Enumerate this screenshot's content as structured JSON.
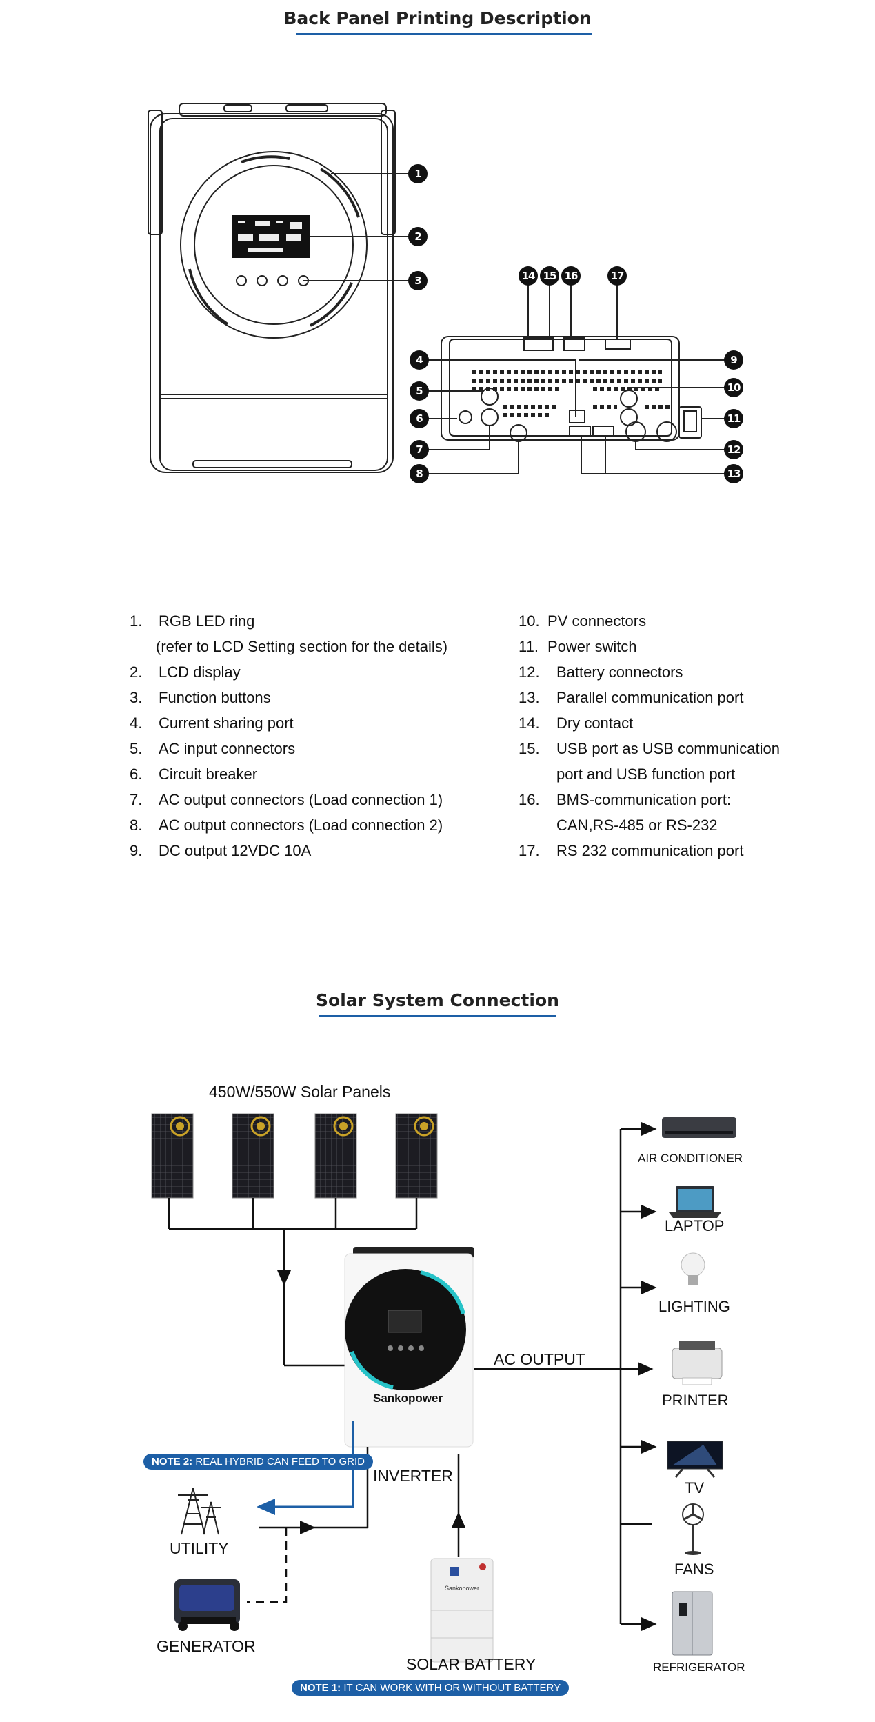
{
  "back_panel": {
    "title": "Back Panel Printing Description",
    "callouts": [
      "1",
      "2",
      "3",
      "4",
      "5",
      "6",
      "7",
      "8",
      "9",
      "10",
      "11",
      "12",
      "13",
      "14",
      "15",
      "16",
      "17"
    ],
    "left_items": [
      {
        "num": "1.",
        "text": "RGB LED ring"
      },
      {
        "num": "",
        "text": "(refer to LCD Setting section for the details)"
      },
      {
        "num": "2.",
        "text": "LCD display"
      },
      {
        "num": "3.",
        "text": "Function buttons"
      },
      {
        "num": "4.",
        "text": "Current sharing port"
      },
      {
        "num": "5.",
        "text": "AC input connectors"
      },
      {
        "num": "6.",
        "text": "Circuit breaker"
      },
      {
        "num": "7.",
        "text": "AC output connectors (Load connection 1)"
      },
      {
        "num": "8.",
        "text": "AC output connectors (Load connection 2)"
      },
      {
        "num": "9.",
        "text": "DC output 12VDC 10A"
      }
    ],
    "right_items": [
      {
        "num": "10.",
        "text": "PV connectors"
      },
      {
        "num": "11.",
        "text": "Power switch"
      },
      {
        "num": "12.",
        "text": "Battery connectors"
      },
      {
        "num": "13.",
        "text": "Parallel communication port"
      },
      {
        "num": "14.",
        "text": "Dry contact"
      },
      {
        "num": "15.",
        "text": "USB port as USB communication"
      },
      {
        "num": "",
        "text": "port and USB function port"
      },
      {
        "num": "16.",
        "text": "BMS-communication port:"
      },
      {
        "num": "",
        "text": "CAN,RS-485 or RS-232"
      },
      {
        "num": "17.",
        "text": "RS 232 communication port"
      }
    ]
  },
  "solar_system": {
    "title": "Solar System Connection",
    "panels_label": "450W/550W Solar Panels",
    "ac_output_label": "AC OUTPUT",
    "inverter_label": "INVERTER",
    "brand": "Sankopower",
    "utility_label": "UTILITY",
    "generator_label": "GENERATOR",
    "battery_label": "SOLAR BATTERY",
    "battery_brand": "Sankopower",
    "note2_strong": "NOTE 2:",
    "note2_text": "REAL HYBRID CAN FEED TO GRID",
    "note1_strong": "NOTE 1:",
    "note1_text": "IT CAN WORK WITH OR WITHOUT BATTERY",
    "loads": [
      "AIR CONDITIONER",
      "LAPTOP",
      "LIGHTING",
      "PRINTER",
      "TV",
      "FANS",
      "REFRIGERATOR"
    ]
  },
  "colors": {
    "accent": "#1d5fa6",
    "teal": "#27c3c8",
    "ink": "#111111"
  }
}
